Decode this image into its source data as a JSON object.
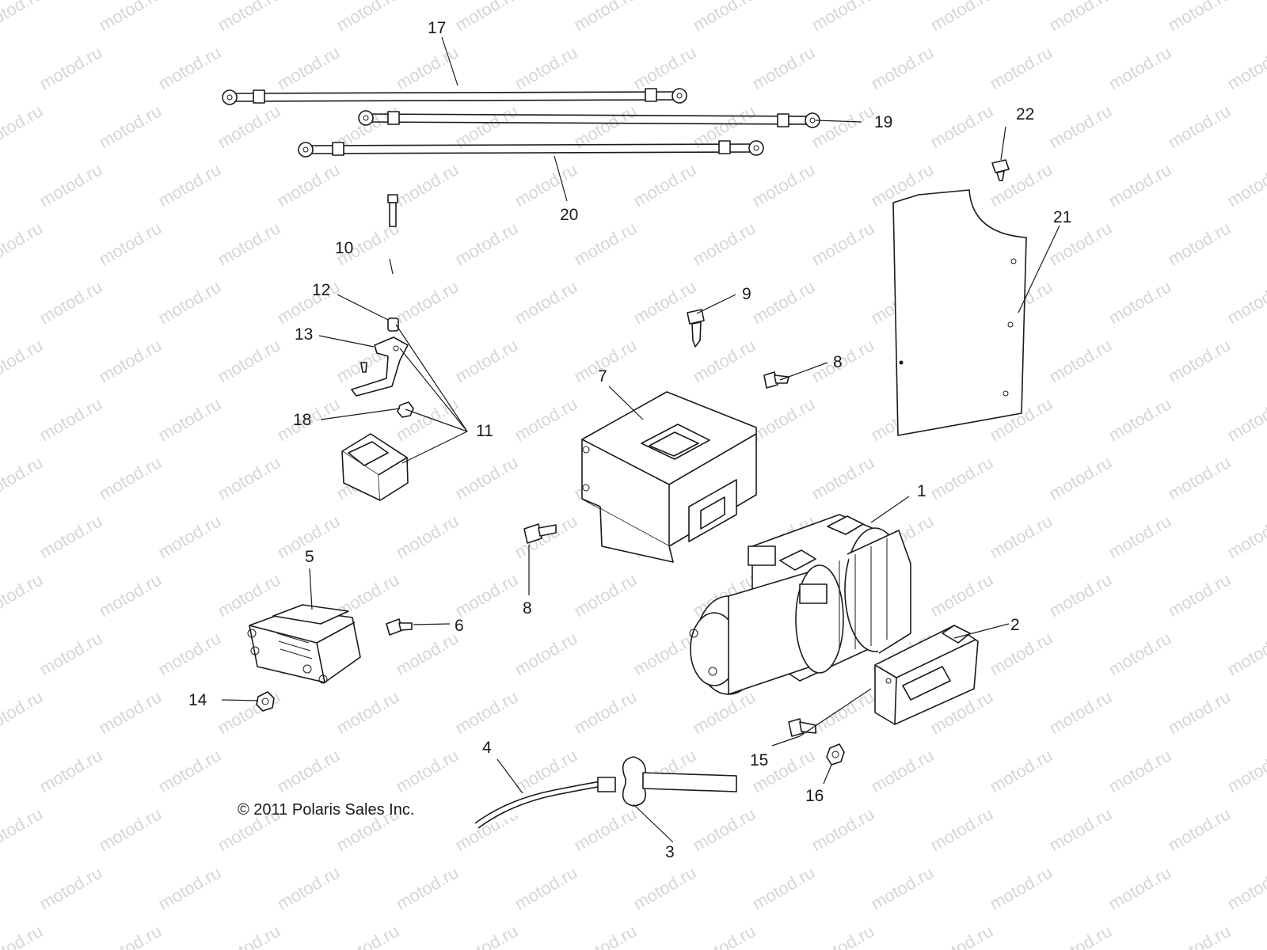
{
  "watermark": "motod.ru",
  "copyright": "© 2011 Polaris Sales Inc.",
  "callouts": {
    "c1": "1",
    "c2": "2",
    "c3": "3",
    "c4": "4",
    "c5": "5",
    "c6": "6",
    "c7": "7",
    "c8a": "8",
    "c8b": "8",
    "c9": "9",
    "c10": "10",
    "c11": "11",
    "c12": "12",
    "c13": "13",
    "c14": "14",
    "c15": "15",
    "c16": "16",
    "c17": "17",
    "c18": "18",
    "c19": "19",
    "c20": "20",
    "c21": "21",
    "c22": "22"
  },
  "colors": {
    "ink": "#1a1a1a",
    "watermark": "#d6d6d6",
    "background": "#ffffff"
  }
}
